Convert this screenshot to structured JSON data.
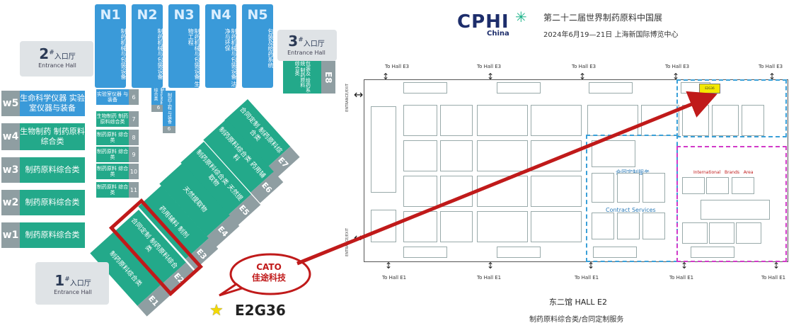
{
  "header": {
    "brand_main": "CPHI",
    "brand_sub": "China",
    "event_title": "第二十二届世界制药原料中国展",
    "event_date": "2024年6月19—21日 上海新国际博览中心"
  },
  "north_halls": [
    {
      "id": "N1",
      "desc": "制药机械与包装设备"
    },
    {
      "id": "N2",
      "desc": "制药机械与包装设备"
    },
    {
      "id": "N3",
      "desc": "制药机械与包装设备 生物工程"
    },
    {
      "id": "N4",
      "desc": "制药机械与包装设备 洁净与环保"
    },
    {
      "id": "N5",
      "desc": "包装及给药系统"
    }
  ],
  "entrances": [
    {
      "num": "2",
      "sup": "#",
      "cn": "入口厅",
      "en": "Entrance Hall"
    },
    {
      "num": "3",
      "sup": "#",
      "cn": "入口厅",
      "en": "Entrance Hall"
    },
    {
      "num": "1",
      "sup": "#",
      "cn": "入口厅",
      "en": "Entrance Hall"
    }
  ],
  "west_halls": [
    {
      "id": "w5",
      "desc": "生命科学仪器 实验室仪器与装备"
    },
    {
      "id": "w4",
      "desc": "生物制药 制药原料综合类"
    },
    {
      "id": "w3",
      "desc": "制药原料综合类"
    },
    {
      "id": "w2",
      "desc": "制药原料综合类"
    },
    {
      "id": "w1",
      "desc": "制药原料综合类"
    }
  ],
  "small_halls": [
    {
      "id": "6",
      "desc": "实验室仪器 与装备"
    },
    {
      "id": "7",
      "desc": "生物制药 制药原料综合类"
    },
    {
      "id": "8",
      "desc": "制药原料 综合类"
    },
    {
      "id": "9",
      "desc": "制药原料 综合类"
    },
    {
      "id": "10",
      "desc": "制药原料 综合类"
    },
    {
      "id": "11",
      "desc": "制药原料 综合类"
    }
  ],
  "center_small": [
    {
      "id": "6",
      "desc": "制药原料综合类"
    },
    {
      "id": "6",
      "desc": "制药工程 与装备"
    }
  ],
  "e_halls": [
    {
      "id": "E8",
      "desc": "包装及 给药系统 制药原料 综合类"
    },
    {
      "id": "E7",
      "desc": "合同定制 制药原料综合类"
    },
    {
      "id": "E6",
      "desc": "制药原料综合类 药用辅料"
    },
    {
      "id": "E5",
      "desc": "制药原料综合类 天然提取物"
    },
    {
      "id": "E4",
      "desc": "天然提取物"
    },
    {
      "id": "E3",
      "desc": "药用辅料 制剂"
    },
    {
      "id": "E2",
      "desc": "合同定制 制药原料综合类"
    },
    {
      "id": "E1",
      "desc": "制药原料综合类"
    }
  ],
  "callout": {
    "line1": "CATO",
    "line2": "佳途科技"
  },
  "booth_label": "E2G36",
  "booth_star": "★",
  "hall_map": {
    "to_hall_top": [
      "To Hall E3",
      "To Hall E3",
      "To Hall E3",
      "To Hall E3",
      "To Hall E3"
    ],
    "to_hall_bottom": [
      "To Hall E1",
      "To Hall E1",
      "To Hall E1",
      "To Hall E1",
      "To Hall E1"
    ],
    "entrance_exit": "ENTRANCE/EXIT",
    "contract_cn": "合同定制服务",
    "contract_en": "Contract Services",
    "intl_brands": "International   Brands   Area",
    "highlight_booth": "E2G36",
    "caption_cn": "东二馆 HALL E2",
    "caption_sub": "制药原料综合类/合同定制服务"
  },
  "colors": {
    "green": "#23a98a",
    "blue": "#3a9ad9",
    "grey": "#8f9ea2",
    "red": "#c01a1a",
    "dash_blue": "#3aa0d8",
    "dash_magenta": "#d23ac8",
    "highlight": "#f3e800"
  }
}
